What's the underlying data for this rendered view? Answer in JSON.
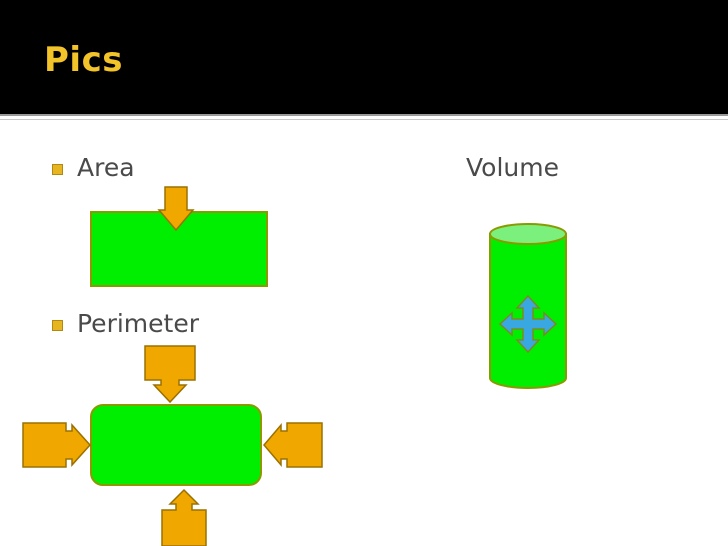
{
  "slide": {
    "title": "Pics",
    "bullets": [
      {
        "label": "Area"
      },
      {
        "label": "Perimeter"
      }
    ],
    "right_label": "Volume"
  },
  "colors": {
    "title_band": "#000000",
    "title_text": "#f3c32a",
    "shape_fill": "#00ee00",
    "shape_stroke": "#8a9a00",
    "arrow_fill": "#f0a800",
    "arrow_stroke": "#9a7000",
    "cylinder_top": "#7cf07c",
    "move_arrow_fill": "#3aa8e0",
    "bullet": "#e6b520",
    "body_text": "#4a4a4a"
  },
  "icons": {
    "area_arrow": "down-arrow-callout-icon",
    "perimeter_arrows": [
      "down-arrow-callout-icon",
      "right-arrow-callout-icon",
      "left-arrow-callout-icon",
      "up-arrow-callout-icon"
    ],
    "volume_arrow": "four-way-arrow-icon"
  }
}
